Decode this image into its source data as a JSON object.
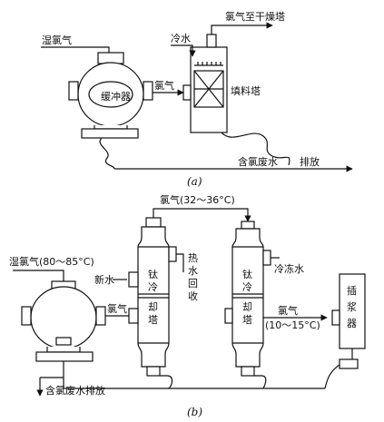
{
  "diagram_a": {
    "caption": "(a)",
    "labels": {
      "wet_chlorine": "湿氯气",
      "buffer": "缓冲器",
      "chlorine": "氯气",
      "cold_water": "冷水",
      "to_dryer": "氯气至干燥塔",
      "packed_tower": "填料塔",
      "waste_water": "含氯废水",
      "discharge": "排放"
    }
  },
  "diagram_b": {
    "caption": "(b)",
    "labels": {
      "chlorine_temp_top": "氯气(32～36°C)",
      "wet_chlorine_temp": "湿氯气(80～85°C)",
      "fresh_water": "新水",
      "chlorine_left": "氯气",
      "tower1_text": [
        "钛",
        "冷",
        "却",
        "塔"
      ],
      "hot_water_recovery": [
        "热",
        "水",
        "回",
        "收"
      ],
      "tower2_text": [
        "钛",
        "冷",
        "却",
        "塔"
      ],
      "chilled_water": "冷冻水",
      "chlorine_right": "氯气",
      "chlorine_right_temp": "(10～15°C)",
      "slurry_device": [
        "插",
        "浆",
        "器"
      ],
      "waste_discharge": "含氯废水排放"
    }
  },
  "colors": {
    "stroke": "#111111",
    "background": "#ffffff"
  }
}
